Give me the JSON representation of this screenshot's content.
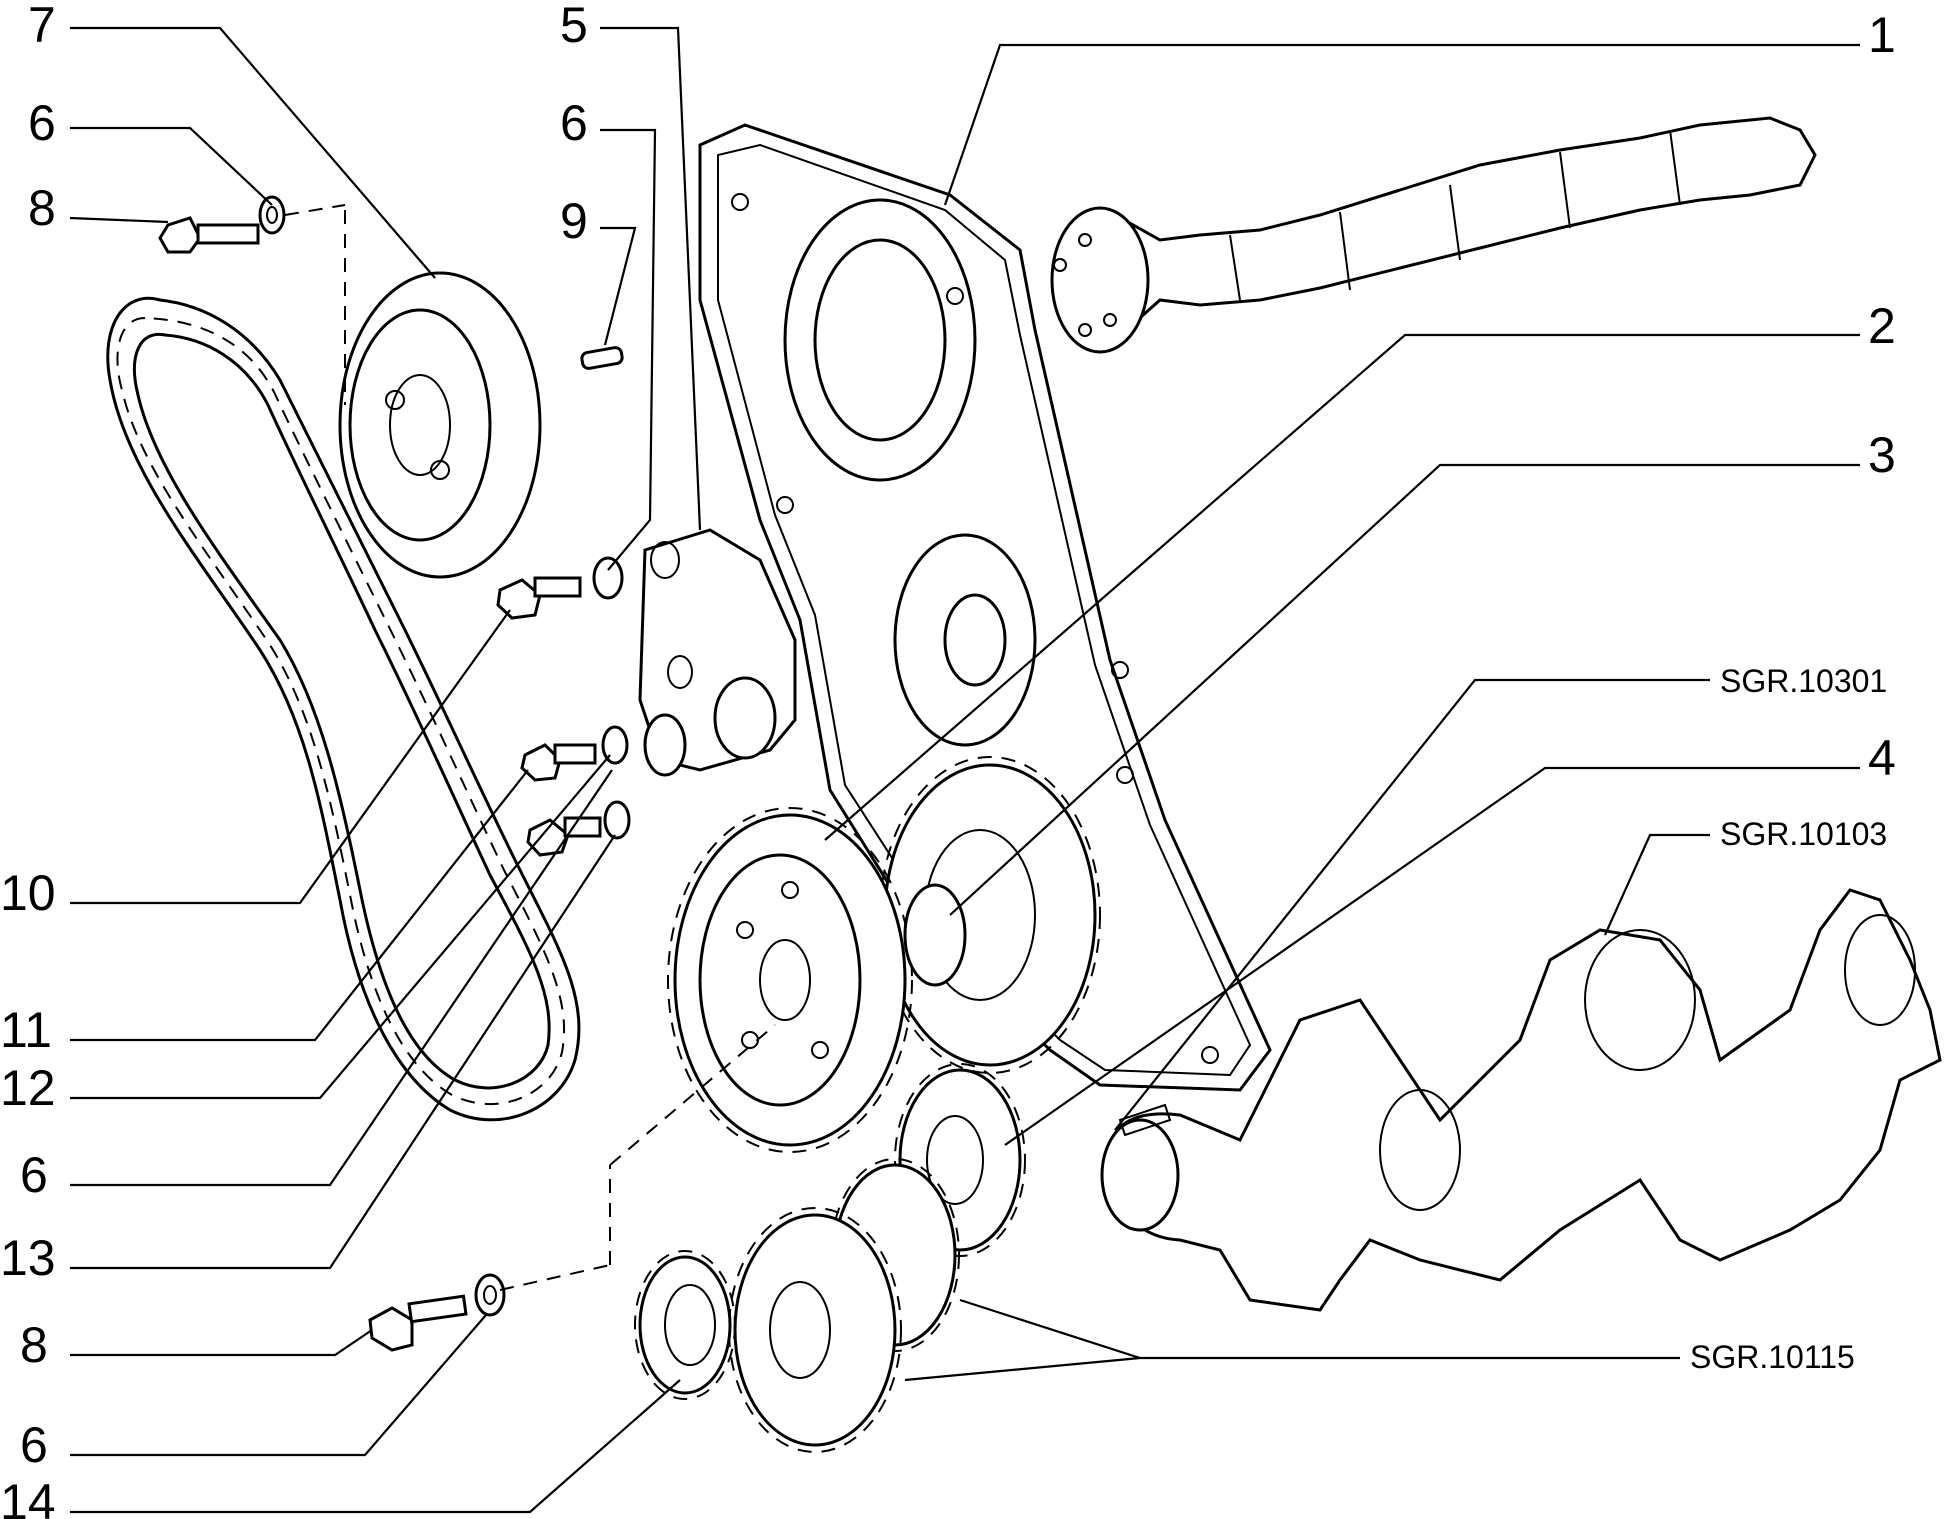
{
  "callouts": {
    "c1": "1",
    "c2": "2",
    "c3": "3",
    "c4": "4",
    "c5": "5",
    "c6a": "6",
    "c6b": "6",
    "c6c": "6",
    "c6d": "6",
    "c7": "7",
    "c8a": "8",
    "c8b": "8",
    "c9": "9",
    "c10": "10",
    "c11": "11",
    "c12": "12",
    "c13": "13",
    "c14": "14",
    "ref_10301": "SGR.10301",
    "ref_10103": "SGR.10103",
    "ref_10115": "SGR.10115"
  },
  "icons": {
    "belt": "toothed-timing-belt-icon",
    "pulley": "camshaft-pulley-icon",
    "tensioner": "belt-tensioner-icon",
    "cover": "timing-cover-gasket-icon",
    "camshaft": "camshaft-icon",
    "crankshaft": "crankshaft-icon",
    "gears": "timing-gears-icon"
  },
  "colors": {
    "ink": "#000000",
    "paper": "#ffffff"
  }
}
